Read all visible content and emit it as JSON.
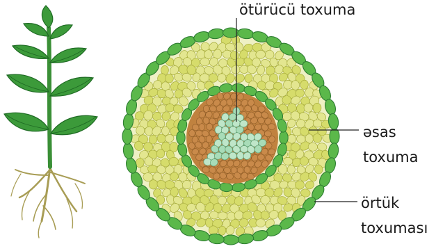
{
  "labels": {
    "conducting_tissue": "ötürücü toxuma",
    "ground_tissue_line1": "əsas",
    "ground_tissue_line2": "toxuma",
    "covering_tissue_line1": "örtük",
    "covering_tissue_line2": "toxuması"
  },
  "colors": {
    "outer_cells": "#5bb84a",
    "outer_cells_edge": "#2e7d32",
    "ground_cells": "#d6dc6b",
    "ground_cells_edge": "#a8ad3c",
    "brown_cells": "#c98a4a",
    "brown_cells_edge": "#8c5a26",
    "xylem_cells": "#a8dcb8",
    "xylem_cells_edge": "#5f9f73",
    "plant_leaf": "#3c9a3a",
    "plant_leaf_dark": "#1f6b24",
    "plant_root": "#b9b06a",
    "leader_line": "#222222"
  }
}
